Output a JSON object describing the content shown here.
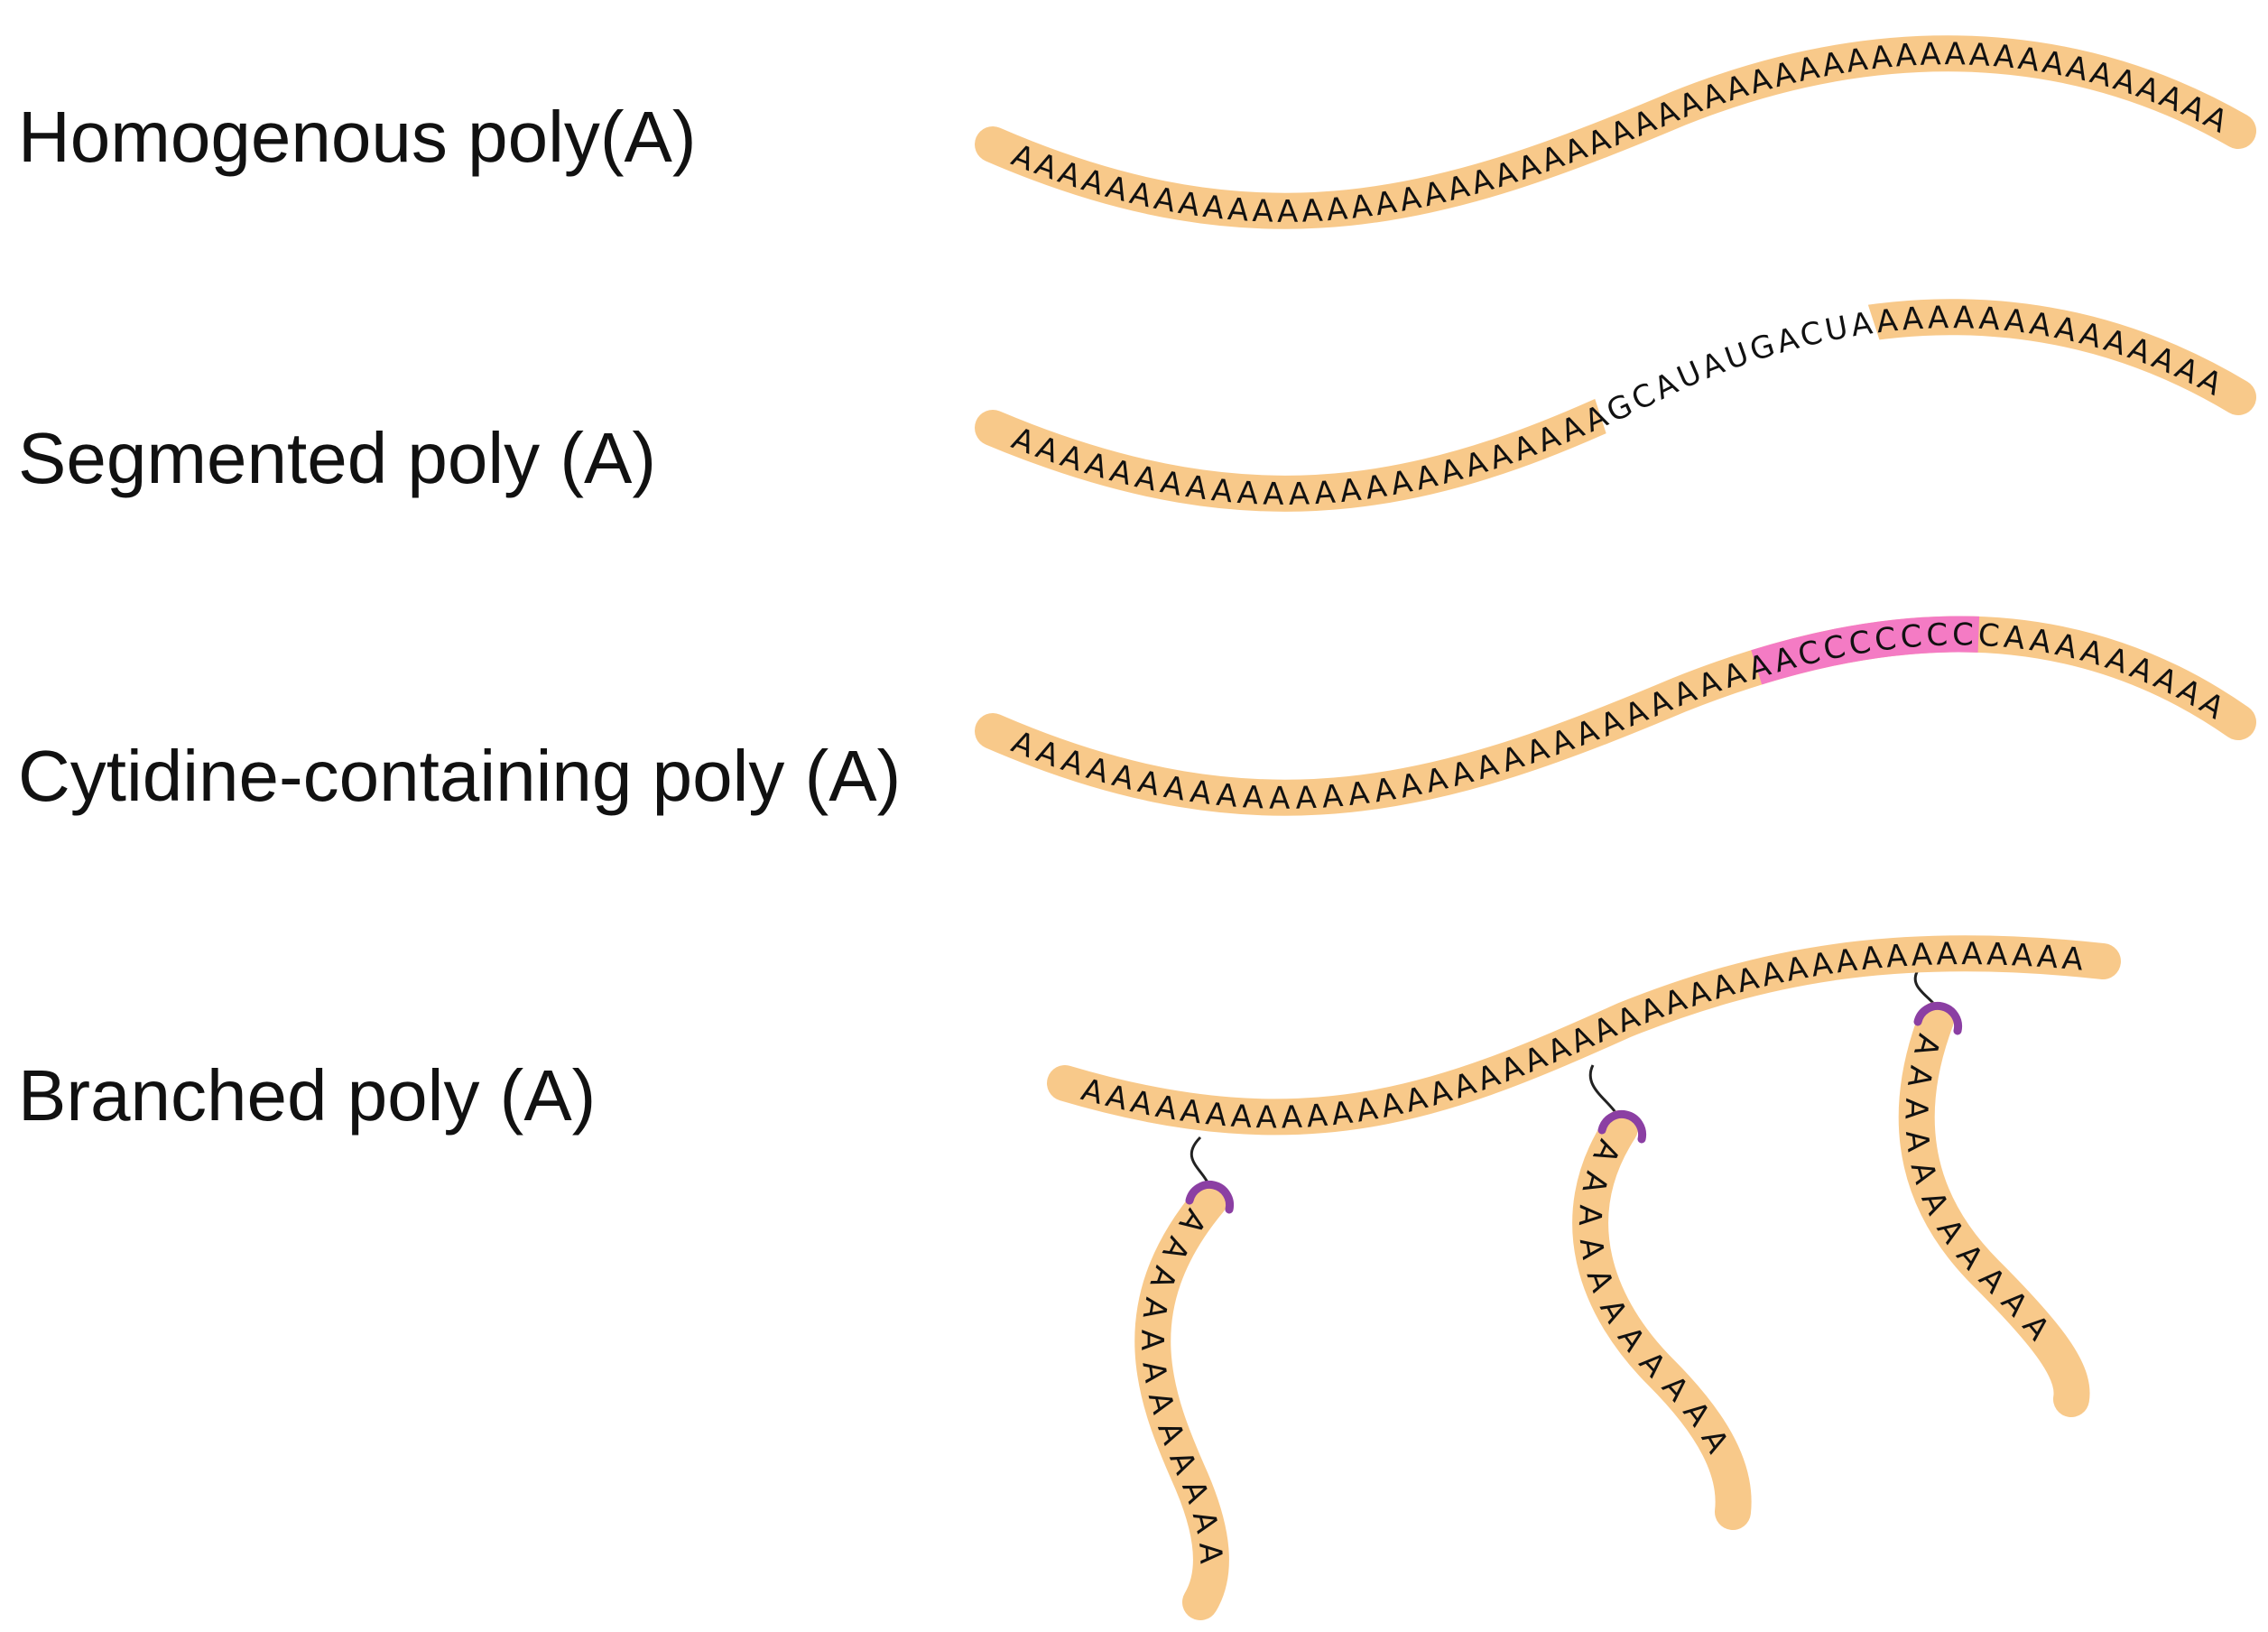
{
  "colors": {
    "tail": "#f8c98a",
    "cytidine_highlight": "#f47bc4",
    "branch_cap": "#8b3fa3",
    "linker": "#222222",
    "text": "#111111"
  },
  "rows": [
    {
      "label": "Homogenous poly(A)",
      "sequence": "AAAAAAAAAAAAAAAAAAAAAAAAAAAAAAAAAAAAAAAAAAAAAAAAAAA"
    },
    {
      "label": "Segmented poly (A)",
      "sequence": "AAAAAAAAAAAAAAAAAAAAAAAAGCAUAUGACUAAAAAAAAAAAAAAA"
    },
    {
      "label": "Cytidine-containing poly (A)",
      "sequence": "AAAAAAAAAAAAAAAAAAAAAAAAAAAAAAACCCCCCCCAAAAAAAAA"
    },
    {
      "label": "Branched poly (A)",
      "sequence": "AAAAAAAAAAAAAAAAAAAAAAAAAAAAAAAAAAAAAAAAA",
      "branches": [
        "AAAAAAAAAAAA",
        "AAAAAAAAAAA",
        "AAAAAAAAAAA"
      ]
    }
  ]
}
